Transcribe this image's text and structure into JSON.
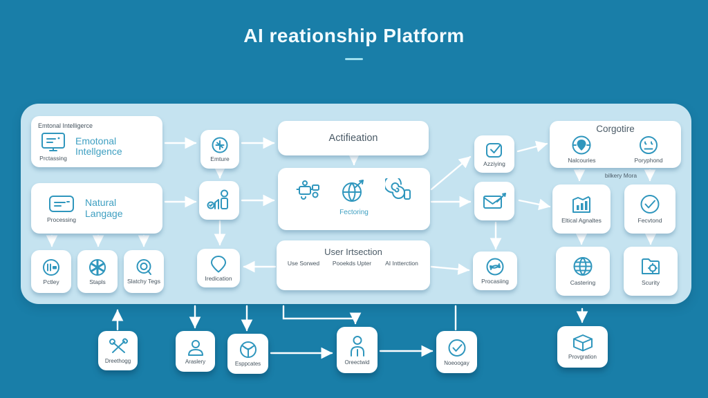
{
  "title": "AI reationship Platform",
  "colors": {
    "background": "#197ea8",
    "panel": "#c5e3f0",
    "accent_teal": "#2f96bd",
    "text_dark": "#45535e",
    "text_teal": "#3e9fc1",
    "arrow": "#ffffff"
  },
  "nodes": {
    "emotional": {
      "header": "Emtonal Intelligerce",
      "icon": "monitor-icon",
      "icon_caption": "Prctassing",
      "label": "Emotonal Intellgence"
    },
    "natural": {
      "icon": "card-icon",
      "icon_caption": "Processing",
      "label": "Natural Langage"
    },
    "pctley": {
      "icon": "gauge-icon",
      "label": "Pctley"
    },
    "stapls": {
      "icon": "wheel-icon",
      "label": "Stapls"
    },
    "slatchy": {
      "icon": "q-circle-icon",
      "label": "Slatchy Tegs"
    },
    "emture": {
      "icon": "compass-circle-icon",
      "label": "Emture"
    },
    "person_chart": {
      "icon": "person-chart-icon"
    },
    "iredication": {
      "icon": "pin-icon",
      "label": "Iredication"
    },
    "actification": {
      "label": "Actifieation"
    },
    "fectoring": {
      "icons": [
        "robot-icon",
        "globe-arrow-icon",
        "spiral-head-icon"
      ],
      "label": "Fectoring"
    },
    "user_intsection": {
      "title": "User Irtsection",
      "col1": "Use Sorwed",
      "col2": "Pooekds Upter",
      "col3": "AI Intterction"
    },
    "azziying": {
      "icon": "checkbox-icon",
      "label": "Azziying"
    },
    "mail": {
      "icon": "mail-compose-icon"
    },
    "procasiing": {
      "icon": "sync-circle-icon",
      "label": "Procasiing"
    },
    "corgotire": {
      "title": "Corgotire",
      "left_icon": "pin-circle-icon",
      "left_label": "Nalcouries",
      "right_icon": "face-icon",
      "right_label": "Poryphond",
      "note": "bilkery Mora"
    },
    "eltical": {
      "icon": "chart-folder-icon",
      "label": "Eltical Agnaltes"
    },
    "fecvtond": {
      "icon": "check-circle-icon",
      "label": "Fecvtond"
    },
    "castering": {
      "icon": "globe-icon",
      "label": "Castering"
    },
    "scurity": {
      "icon": "folder-gear-icon",
      "label": "Scurity"
    },
    "dreethogg": {
      "icon": "tools-icon",
      "label": "Dreethogg"
    },
    "araslery": {
      "icon": "person-icon",
      "label": "Araslery"
    },
    "esppcates": {
      "icon": "wheel-icon",
      "label": "Esppcates"
    },
    "oreectwid": {
      "icon": "person-outline-icon",
      "label": "Oreectwid"
    },
    "noeoogay": {
      "icon": "check-circle-icon",
      "label": "Noeoogay"
    },
    "provgration": {
      "icon": "package-icon",
      "label": "Provgration"
    }
  }
}
